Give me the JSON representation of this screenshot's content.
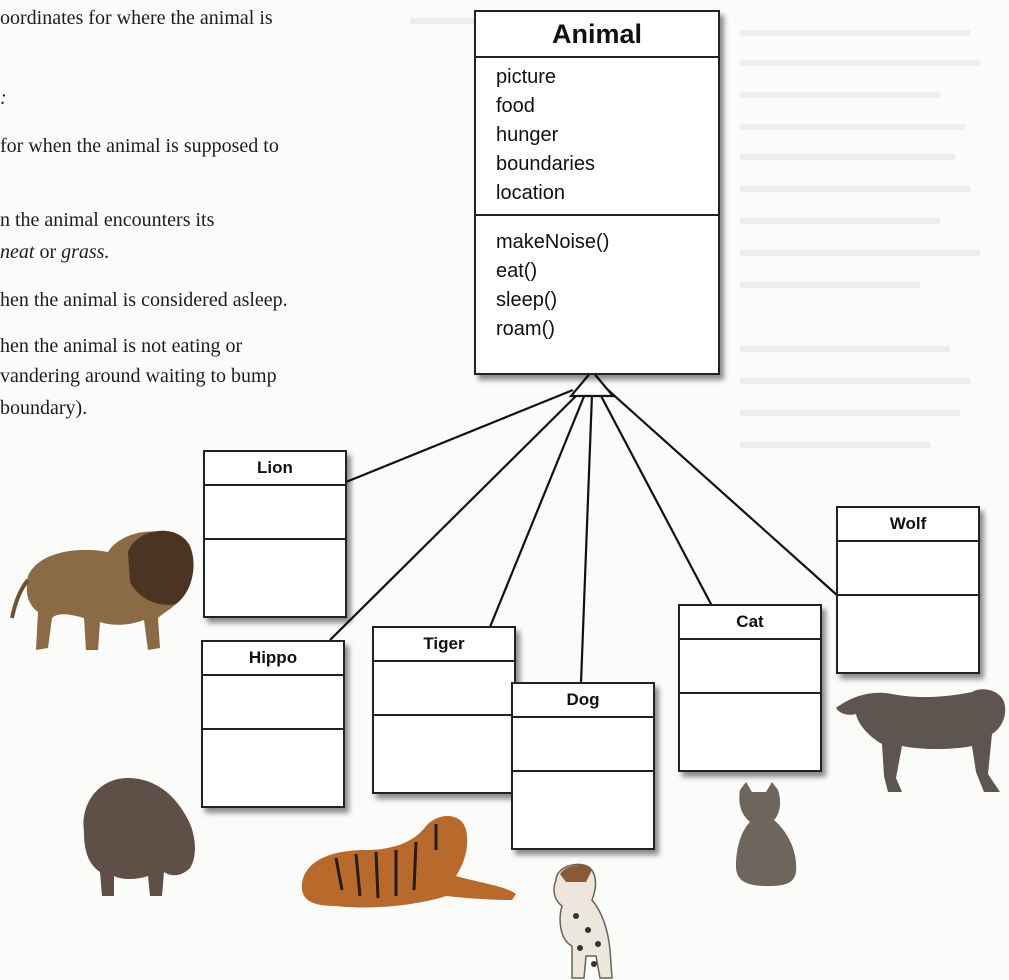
{
  "text_lines": [
    {
      "parts": [
        {
          "t": "oordinates for where the animal is",
          "i": false
        }
      ]
    },
    {
      "parts": [
        {
          "t": ":",
          "i": true
        }
      ]
    },
    {
      "parts": [
        {
          "t": "for when the animal is supposed to",
          "i": false
        }
      ]
    },
    {
      "parts": [
        {
          "t": "n the animal encounters its",
          "i": false
        }
      ]
    },
    {
      "parts": [
        {
          "t": "neat",
          "i": true
        },
        {
          "t": " or ",
          "i": false
        },
        {
          "t": "grass.",
          "i": true
        }
      ]
    },
    {
      "parts": [
        {
          "t": "hen the animal is considered asleep.",
          "i": false
        }
      ]
    },
    {
      "parts": [
        {
          "t": "hen the animal is not eating or",
          "i": false
        }
      ]
    },
    {
      "parts": [
        {
          "t": "vandering around waiting to bump",
          "i": false
        }
      ]
    },
    {
      "parts": [
        {
          "t": "boundary).",
          "i": false
        }
      ]
    }
  ],
  "superclass": {
    "name": "Animal",
    "attributes": [
      "picture",
      "food",
      "hunger",
      "boundaries",
      "location"
    ],
    "methods": [
      "makeNoise()",
      "eat()",
      "sleep()",
      "roam()"
    ]
  },
  "subclasses": [
    {
      "name": "Lion"
    },
    {
      "name": "Hippo"
    },
    {
      "name": "Tiger"
    },
    {
      "name": "Dog"
    },
    {
      "name": "Cat"
    },
    {
      "name": "Wolf"
    }
  ],
  "colors": {
    "box_border": "#222222",
    "line": "#111111",
    "box_fill": "#ffffff"
  }
}
